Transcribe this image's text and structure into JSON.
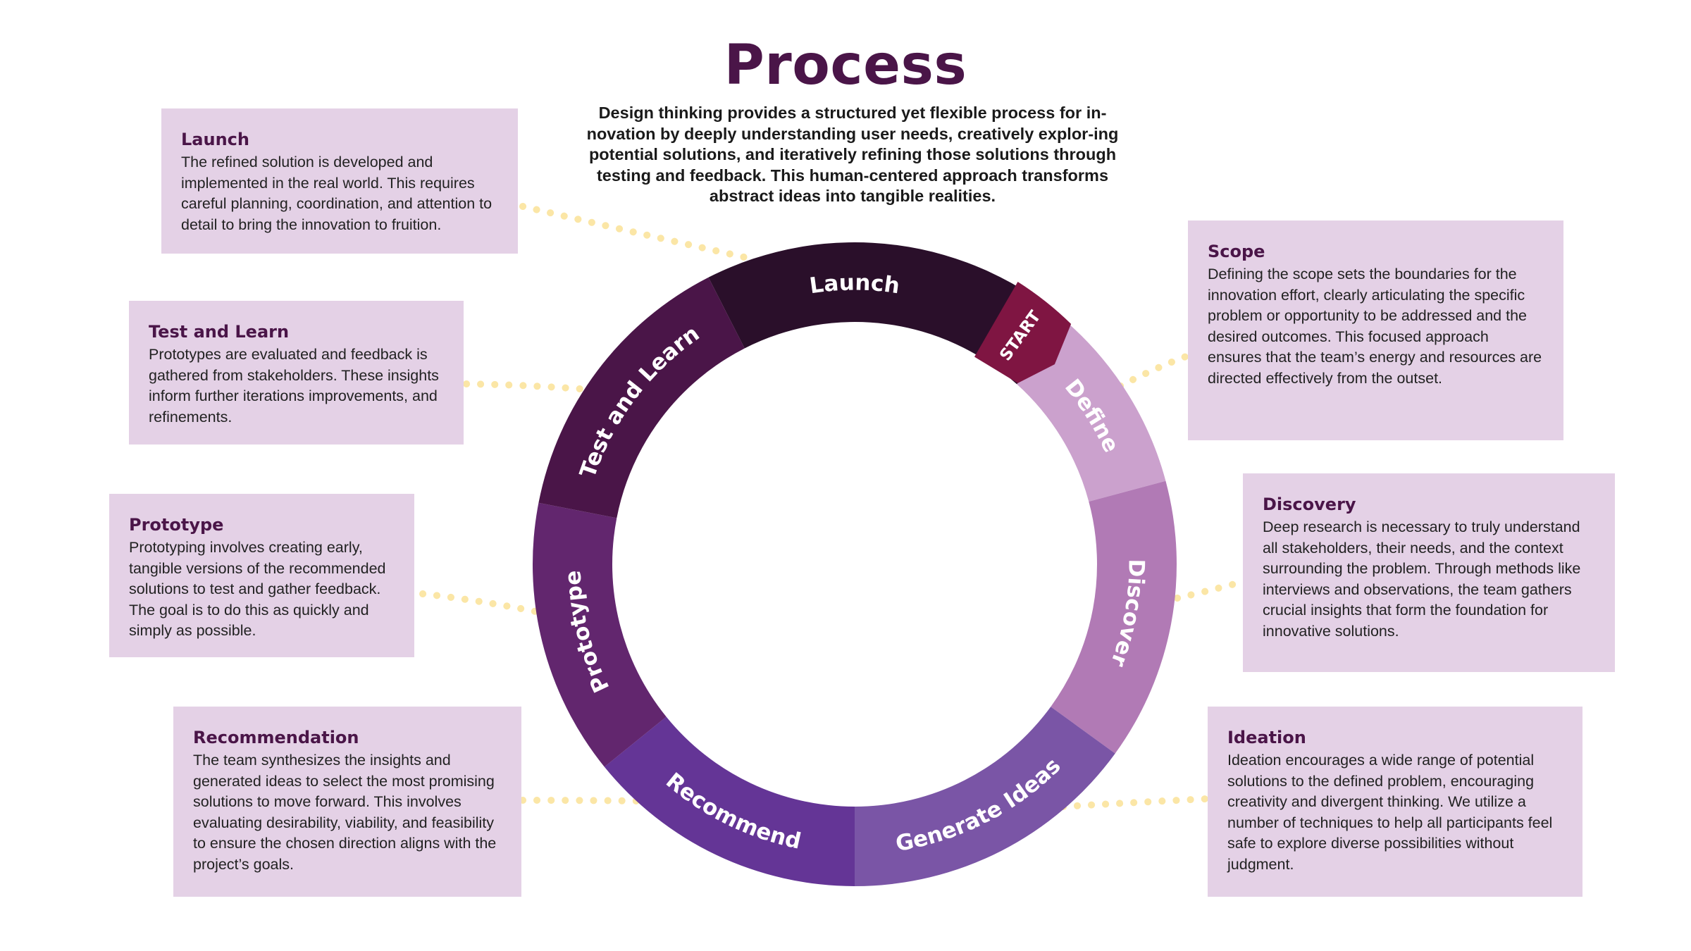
{
  "header": {
    "title": "Process",
    "intro": "Design thinking provides a structured yet flexible process for in-novation by deeply understanding user needs, creatively explor-ing potential solutions, and iteratively refining those solutions through testing and feedback. This human-centered approach transforms abstract ideas into tangible realities."
  },
  "start_label": "START",
  "colors": {
    "title": "#4a1548",
    "card_bg": "#e4d1e6",
    "connector": "#fbe6a6",
    "start": "#7f1542"
  },
  "wheel": {
    "segments": [
      {
        "id": "launch",
        "label": "Launch",
        "color": "#2a0f2a"
      },
      {
        "id": "define",
        "label": "Define",
        "color": "#cba1cd"
      },
      {
        "id": "discover",
        "label": "Discover",
        "color": "#b17ab5"
      },
      {
        "id": "generate-ideas",
        "label": "Generate Ideas",
        "color": "#7a55a6"
      },
      {
        "id": "recommend",
        "label": "Recommend",
        "color": "#643596"
      },
      {
        "id": "prototype",
        "label": "Prototype",
        "color": "#62266e"
      },
      {
        "id": "test-and-learn",
        "label": "Test and Learn",
        "color": "#4a1548"
      }
    ]
  },
  "cards": {
    "launch": {
      "title": "Launch",
      "body": "The refined solution is developed and implemented in the real world. This requires careful planning, coordination, and attention to detail to bring the innovation to fruition."
    },
    "test": {
      "title": "Test and Learn",
      "body": "Prototypes are evaluated and feedback is gathered from stakeholders. These insights inform further iterations improvements, and refinements."
    },
    "prototype": {
      "title": "Prototype",
      "body": "Prototyping involves creating early, tangible versions of the recommended solutions to test and gather feedback. The goal is to do this as quickly and simply as possible."
    },
    "recommendation": {
      "title": "Recommendation",
      "body": "The team synthesizes the insights and generated ideas to select the most promising solutions to move forward. This involves evaluating desirability, viability, and feasibility to ensure the chosen direction aligns with the project’s goals."
    },
    "scope": {
      "title": "Scope",
      "body": "Defining the scope sets the boundaries for the innovation effort, clearly articulating the specific problem or opportunity to be addressed and the desired outcomes. This focused approach ensures that the team’s energy and resources are directed effectively from the outset."
    },
    "discovery": {
      "title": "Discovery",
      "body": "Deep research is necessary  to truly understand all stakeholders, their needs, and the context surrounding the problem. Through methods like interviews and observations, the team gathers crucial insights that form the foundation for innovative solutions."
    },
    "ideation": {
      "title": "Ideation",
      "body": "Ideation encourages a wide range of potential solutions to the defined problem, encouraging creativity and divergent thinking. We utilize a number of techniques to help all participants feel safe to explore diverse possibilities without judgment."
    }
  }
}
